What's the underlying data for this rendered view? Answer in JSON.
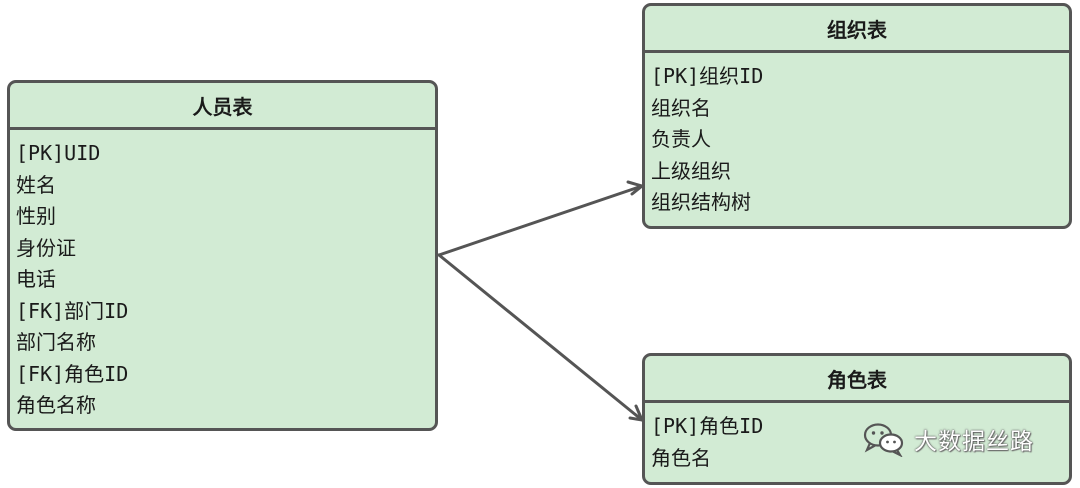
{
  "entities": {
    "person": {
      "title": "人员表",
      "fields": [
        "[PK]UID",
        "姓名",
        "性别",
        "身份证",
        "电话",
        "[FK]部门ID",
        "部门名称",
        "[FK]角色ID",
        "角色名称"
      ]
    },
    "org": {
      "title": "组织表",
      "fields": [
        "[PK]组织ID",
        "组织名",
        "负责人",
        "上级组织",
        "组织结构树"
      ]
    },
    "role": {
      "title": "角色表",
      "fields": [
        "[PK]角色ID",
        "角色名"
      ]
    }
  },
  "relationships": [
    {
      "from": "person",
      "to": "org",
      "end": "crow-foot"
    },
    {
      "from": "person",
      "to": "role",
      "end": "crow-foot"
    }
  ],
  "watermark": {
    "text": "大数据丝路",
    "icon": "wechat-icon"
  },
  "colors": {
    "entity_fill": "#d2ebd4",
    "entity_border": "#555555",
    "connector": "#555555"
  }
}
